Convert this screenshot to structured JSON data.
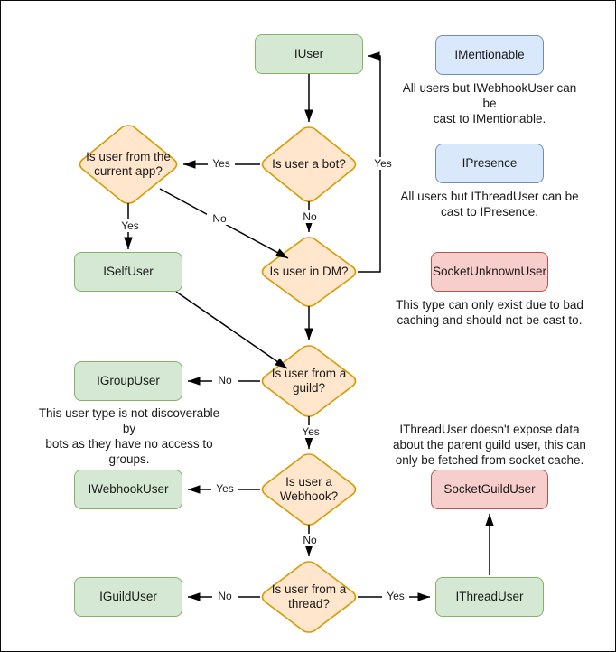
{
  "diagram": {
    "title": "Discord.Net user type resolution flowchart",
    "colors": {
      "green_fill": "#d5e8d4",
      "green_stroke": "#82b366",
      "blue_fill": "#dae8fc",
      "blue_stroke": "#6c8ebf",
      "red_fill": "#f8cecc",
      "red_stroke": "#b85450",
      "diamond_fill": "#ffe6cc",
      "diamond_stroke": "#d79b00",
      "edge": "#000000",
      "frame": "#0a0a0a"
    }
  },
  "nodes": {
    "iuser": "IUser",
    "iselfuser": "ISelfUser",
    "igroupuser": "IGroupUser",
    "iwebhookuser": "IWebhookUser",
    "iguilduser": "IGuildUser",
    "ithreaduser": "IThreadUser",
    "imentionable": "IMentionable",
    "ipresence": "IPresence",
    "socketunknownuser": "SocketUnknownUser",
    "socketguilduser": "SocketGuildUser"
  },
  "decisions": {
    "is_bot": "Is user a bot?",
    "from_current_app_l1": "Is user from the",
    "from_current_app_l2": "current app?",
    "in_dm": "Is user in DM?",
    "from_guild_l1": "Is user from a",
    "from_guild_l2": "guild?",
    "is_webhook_l1": "Is user a",
    "is_webhook_l2": "Webhook?",
    "from_thread_l1": "Is user from a",
    "from_thread_l2": "thread?"
  },
  "edge_labels": {
    "bot_yes": "Yes",
    "bot_no": "No",
    "dm_yes": "Yes",
    "app_yes": "Yes",
    "app_no": "No",
    "guild_no": "No",
    "guild_yes": "Yes",
    "webhook_yes": "Yes",
    "webhook_no": "No",
    "thread_no": "No",
    "thread_yes": "Yes"
  },
  "captions": {
    "mentionable_l1": "All users but IWebhookUser can be",
    "mentionable_l2": "cast to IMentionable.",
    "presence_l1": "All users but IThreadUser can be",
    "presence_l2": "cast to IPresence.",
    "unknown_l1": "This type can only exist due to bad",
    "unknown_l2": "caching and should not be cast to.",
    "group_l1": "This user type is not discoverable by",
    "group_l2": "bots as they have no access to",
    "group_l3": "groups.",
    "thread_l1": "IThreadUser doesn't expose data",
    "thread_l2": "about the parent guild user, this can",
    "thread_l3": "only be fetched from socket cache."
  }
}
